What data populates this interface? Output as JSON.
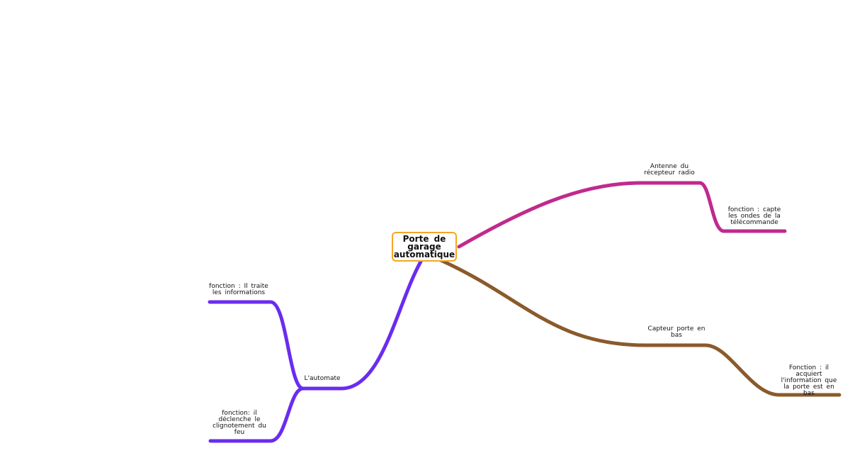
{
  "root": {
    "label": "Porte de garage automatique",
    "border_color": "#f5a623"
  },
  "branches": [
    {
      "label": "Antenne du récepteur radio",
      "color": "#c02a8e",
      "children": [
        {
          "label": "fonction : capte les ondes de la télécommande"
        }
      ]
    },
    {
      "label": "Capteur porte en bas",
      "color": "#8b5a2b",
      "children": [
        {
          "label": "Fonction : il acquiert l'information que la porte est en bas"
        }
      ]
    },
    {
      "label": "L'automate",
      "color": "#6a2cf0",
      "children": [
        {
          "label": "fonction : Il traite les informations"
        },
        {
          "label": "fonction: il déclenche le clignotement du feu"
        }
      ]
    }
  ]
}
